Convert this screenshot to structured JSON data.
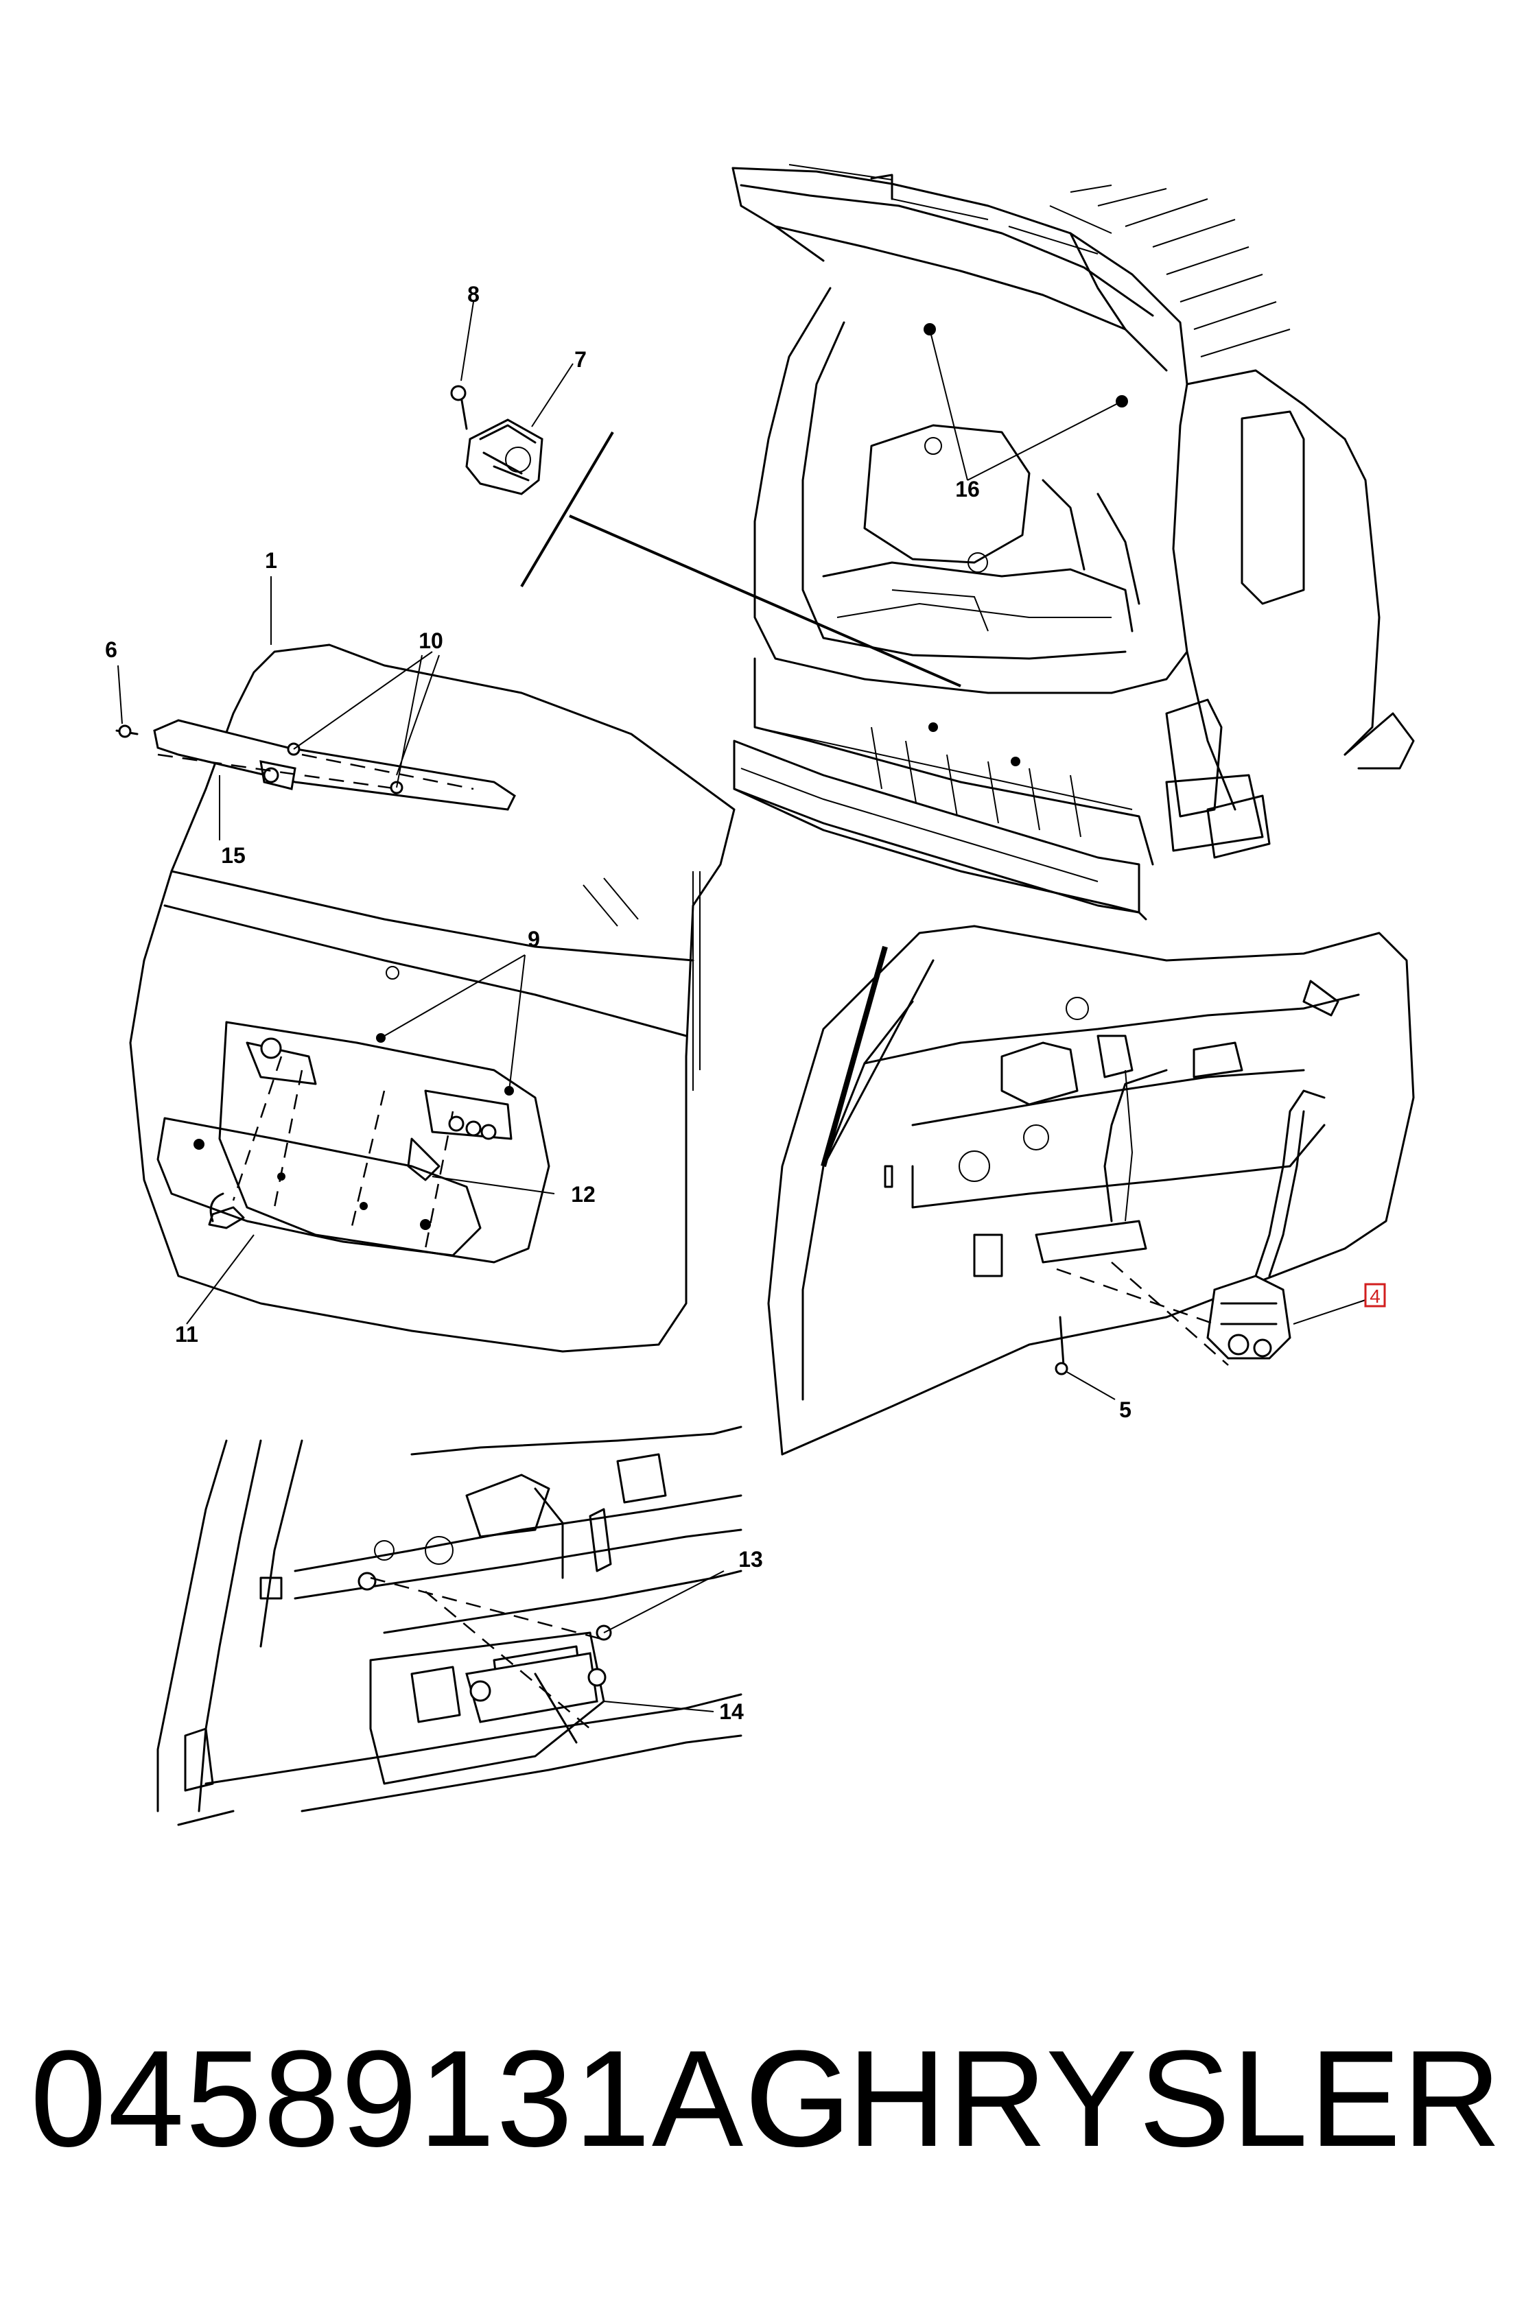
{
  "callouts": {
    "c1": "1",
    "c4": "4",
    "c5": "5",
    "c6": "6",
    "c7": "7",
    "c8": "8",
    "c9": "9",
    "c10": "10",
    "c11": "11",
    "c12": "12",
    "c13": "13",
    "c14": "14",
    "c15": "15",
    "c16": "16"
  },
  "highlighted_callout": "4",
  "highlight_color": "#d21e1e",
  "caption": {
    "part_number": "04589131AG",
    "manufacturer": "CHRYSLER"
  }
}
